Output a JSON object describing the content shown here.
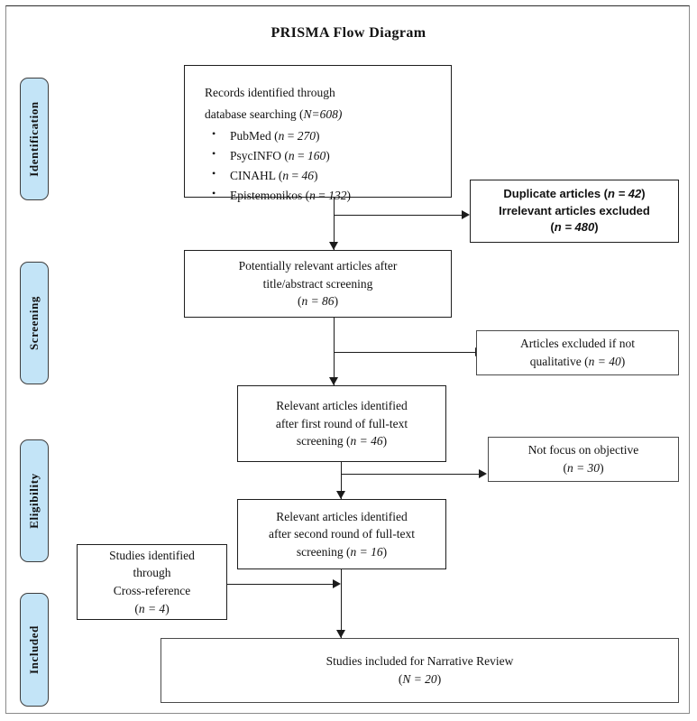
{
  "title": "PRISMA Flow Diagram",
  "colors": {
    "phase_fill": "#C3E4F7",
    "phase_border": "#3D3D3D",
    "box_border": "#4A4A4A",
    "connector": "#1B1B1B",
    "text": "#111111",
    "page_frame": "#8A8A8A"
  },
  "phases": [
    {
      "id": "identification",
      "label": "Identification"
    },
    {
      "id": "screening",
      "label": "Screening"
    },
    {
      "id": "eligibility",
      "label": "Eligibility"
    },
    {
      "id": "included",
      "label": "Included"
    }
  ],
  "boxes": {
    "records_identified": {
      "line1": "Records identified through",
      "line2_prefix": "database searching (",
      "line2_var": "N",
      "line2_suffix": "=608)",
      "sources": [
        {
          "name": "PubMed",
          "var": "n",
          "value": "270"
        },
        {
          "name": "PsycINFO",
          "var": "n",
          "value": "160"
        },
        {
          "name": "CINAHL",
          "var": "n",
          "value": "46"
        },
        {
          "name": "Epistemonikos",
          "var": "n",
          "value": "132"
        }
      ]
    },
    "duplicates_excluded": {
      "line1_text": "Duplicate articles (",
      "line1_var": "n = 42",
      "line1_tail": ")",
      "line2": "Irrelevant articles excluded",
      "line3_open": "(",
      "line3_var": "n = 480",
      "line3_close": ")"
    },
    "potentially_relevant": {
      "line1": "Potentially relevant articles after",
      "line2": "title/abstract screening",
      "line3_open": "(",
      "line3_var": "n = 86",
      "line3_close": ")"
    },
    "excluded_not_qualitative": {
      "line1": "Articles excluded if not",
      "line2_text": "qualitative (",
      "line2_var": "n = 40",
      "line2_close": ")"
    },
    "relevant_first_round": {
      "line1": "Relevant articles identified",
      "line2": "after first round of full-text",
      "line3_text": "screening (",
      "line3_var": "n = 46",
      "line3_close": ")"
    },
    "not_focus_objective": {
      "line1": "Not focus on objective",
      "line2_open": "(",
      "line2_var": "n = 30",
      "line2_close": ")"
    },
    "relevant_second_round": {
      "line1": "Relevant articles identified",
      "line2": "after second round of full-text",
      "line3_text": "screening (",
      "line3_var": "n = 16",
      "line3_close": ")"
    },
    "cross_reference": {
      "line1": "Studies identified",
      "line2": "through",
      "line3": "Cross-reference",
      "line4_open": "(",
      "line4_var": "n = 4",
      "line4_close": ")"
    },
    "studies_included": {
      "line1": "Studies included for Narrative Review",
      "line2_open": "(",
      "line2_var": "N = 20",
      "line2_close": ")"
    }
  }
}
